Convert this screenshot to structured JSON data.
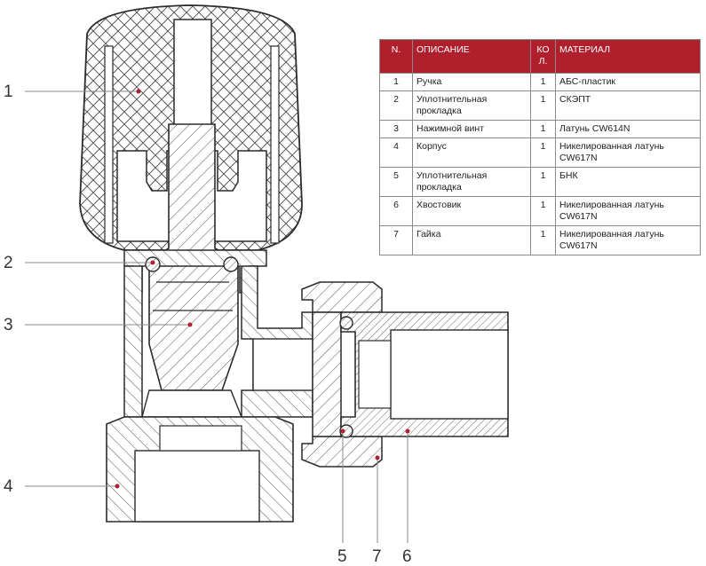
{
  "table": {
    "headers": {
      "n": "N.",
      "desc": "ОПИСАНИЕ",
      "qty": "КО Л.",
      "material": "МАТЕРИАЛ"
    },
    "rows": [
      {
        "n": "1",
        "desc": "Ручка",
        "qty": "1",
        "material": "АБС-пластик"
      },
      {
        "n": "2",
        "desc": "Уплотнительная прокладка",
        "qty": "1",
        "material": "СКЭПТ"
      },
      {
        "n": "3",
        "desc": "Нажимной винт",
        "qty": "1",
        "material": "Латунь CW614N"
      },
      {
        "n": "4",
        "desc": "Корпус",
        "qty": "1",
        "material": "Никелированная латунь CW617N"
      },
      {
        "n": "5",
        "desc": "Уплотнительная прокладка",
        "qty": "1",
        "material": "БНК"
      },
      {
        "n": "6",
        "desc": "Хвостовик",
        "qty": "1",
        "material": "Никелированная латунь CW617N"
      },
      {
        "n": "7",
        "desc": "Гайка",
        "qty": "1",
        "material": "Никелированная латунь CW617N"
      }
    ]
  },
  "callouts": {
    "c1": "1",
    "c2": "2",
    "c3": "3",
    "c4": "4",
    "c5": "5",
    "c7": "7",
    "c6": "6"
  },
  "colors": {
    "header_bg": "#b01f2c",
    "marker": "#b01f2c",
    "outline": "#2b2b2b",
    "leader": "#888888"
  }
}
